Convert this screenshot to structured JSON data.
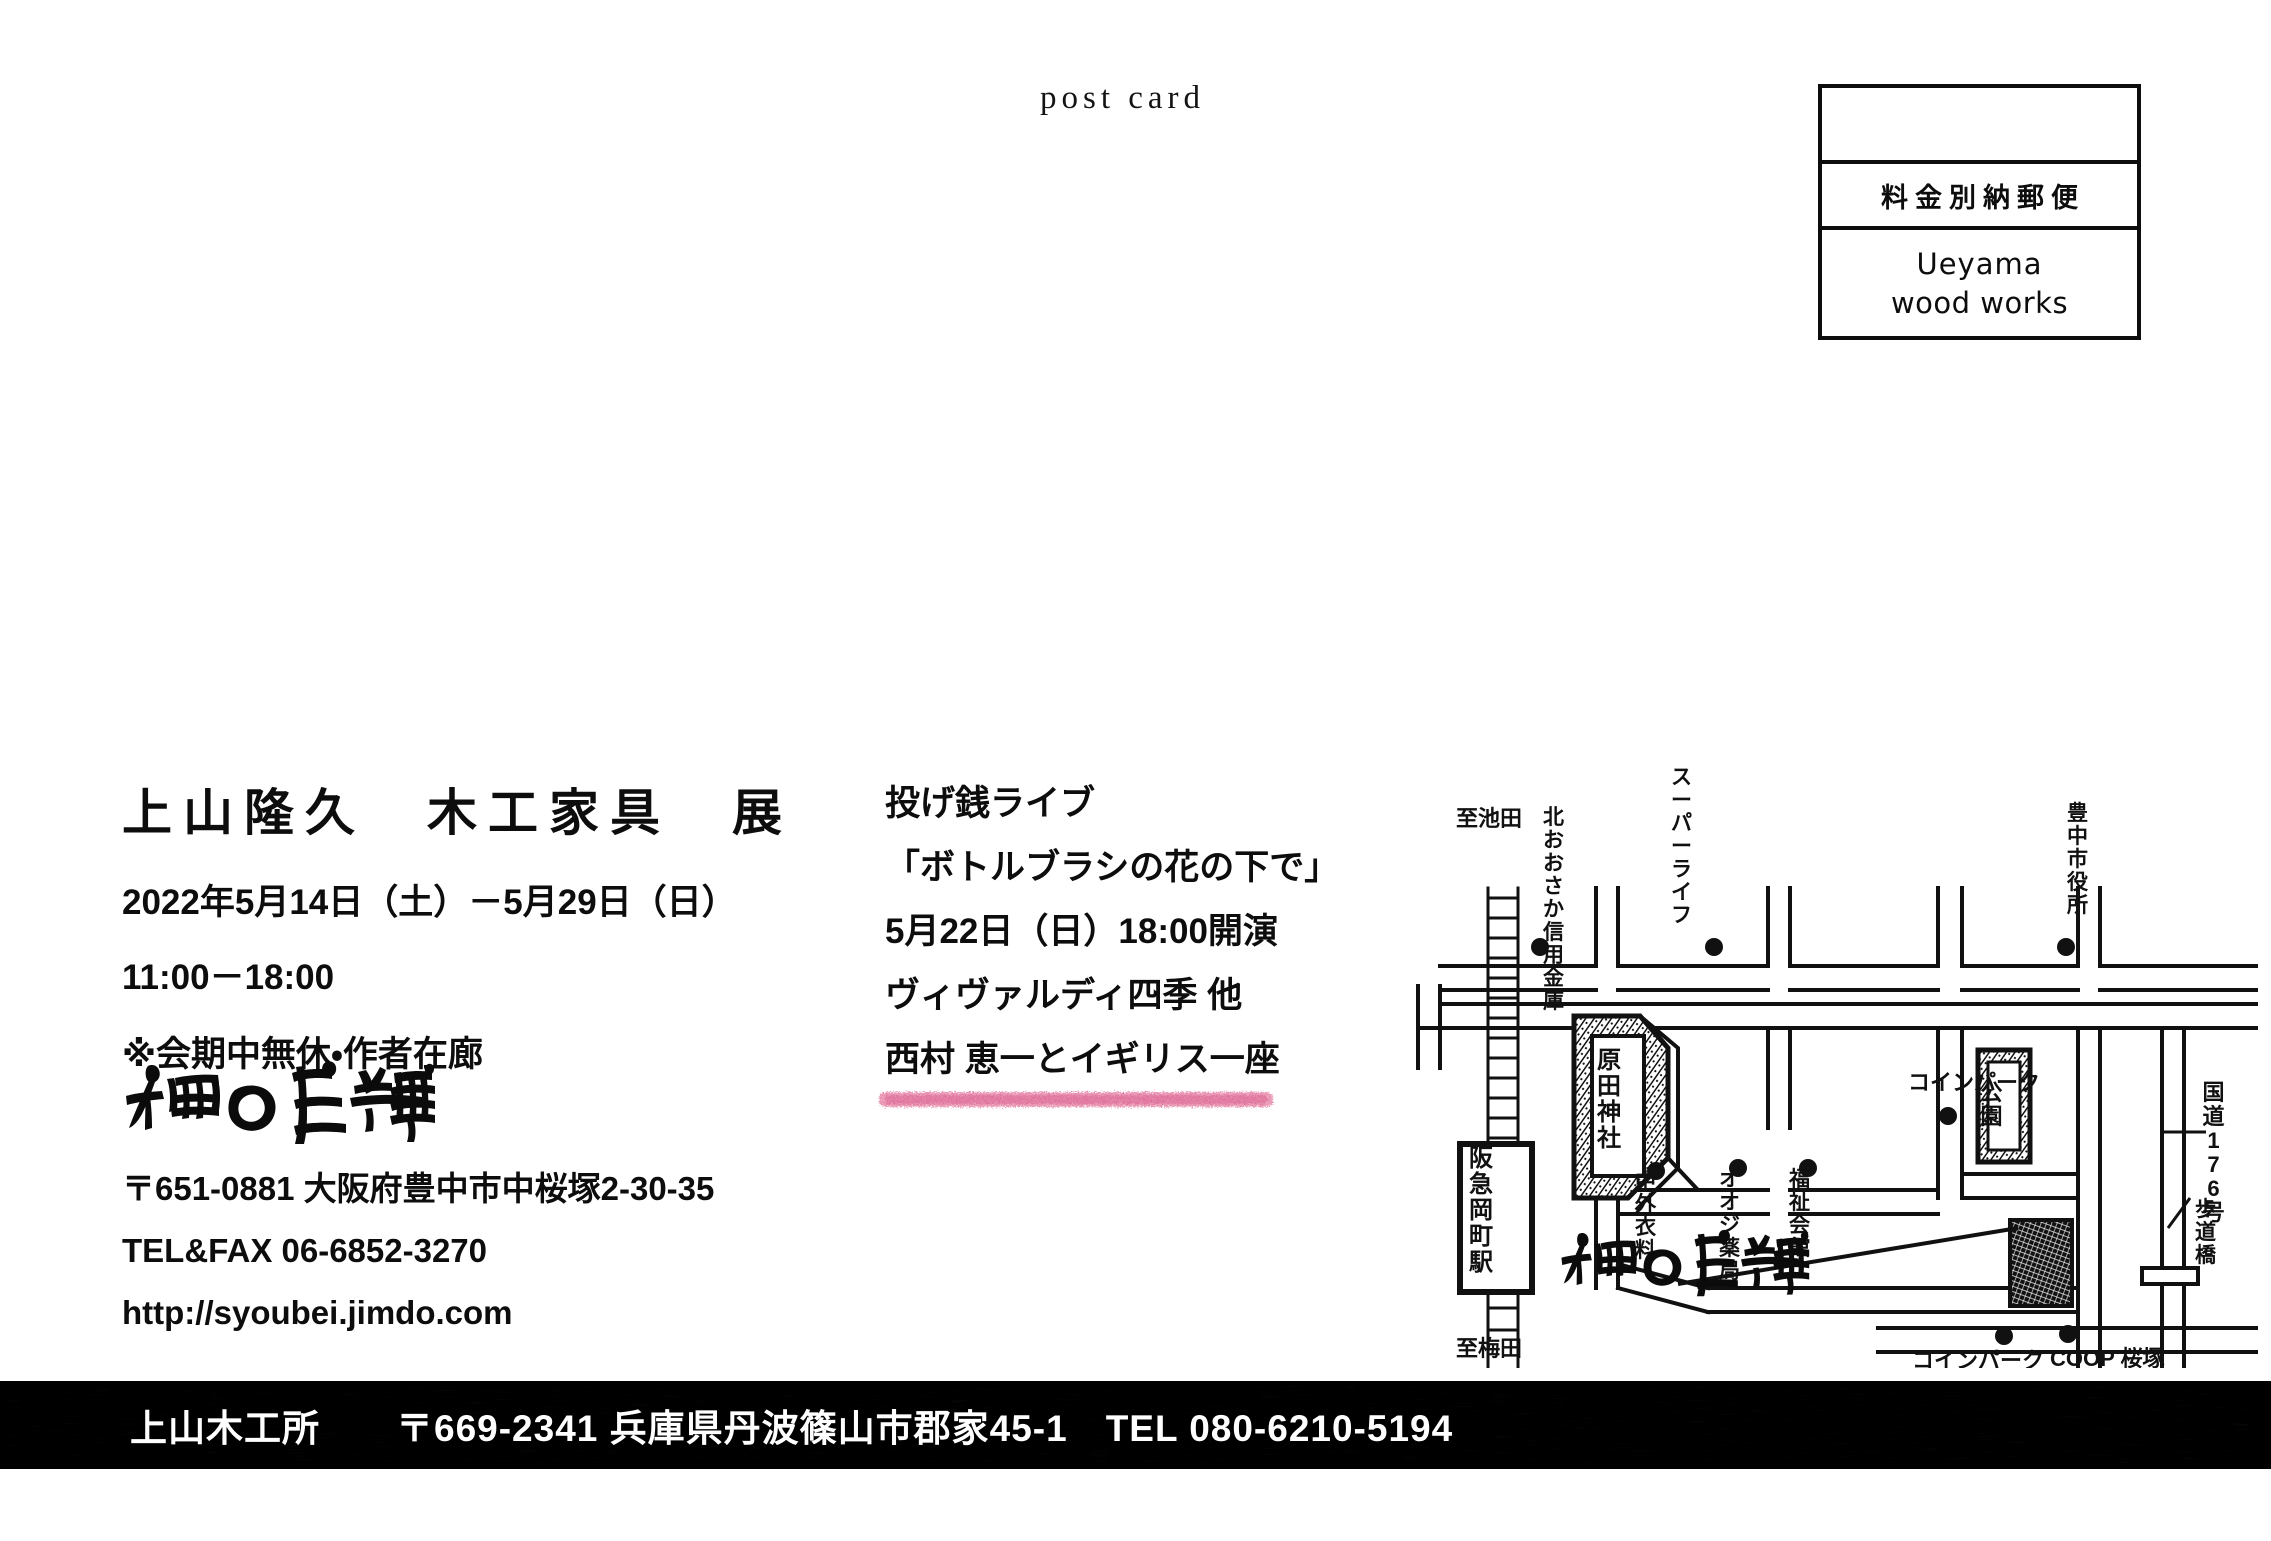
{
  "postcard": {
    "caption": "post card"
  },
  "postage": {
    "paid_label": "料金別納郵便",
    "brand_line_1": "Ueyama",
    "brand_line_2": "wood works"
  },
  "exhibition": {
    "title": "上山隆久　木工家具　展",
    "dates": "2022年5月14日（土）－5月29日（日）",
    "hours": "11:00－18:00",
    "note": "※会期中無休・作者在廊"
  },
  "contact": {
    "address": "〒651-0881 大阪府豊中市中桜塚2-30-35",
    "tel": "TEL&FAX 06-6852-3270",
    "url": "http://syoubei.jimdo.com"
  },
  "live": {
    "heading": "投げ銭ライブ",
    "title": "「ボトルブラシの花の下で」",
    "datetime": "5月22日（日）18:00開演",
    "program": "ヴィヴァルディ四季 他",
    "performer": "西村 恵一とイギリス一座",
    "highlight_color": "#e2719a"
  },
  "map": {
    "labels": {
      "to_ikeda": "至池田",
      "to_umeda": "至梅田",
      "shinkin": "北おおさか信用金庫",
      "super_life": "スーパーライフ",
      "toyonaka_cityhall": "豊中市役所",
      "harada_shrine": "原田神社",
      "okamachi_station": "阪急岡町駅",
      "chugai_iryo": "中外衣料",
      "ooji_pharmacy": "オオジ薬局",
      "fukushi_kaikan": "福祉会館",
      "park": "公園",
      "coin_park_upper": "コインパーク",
      "coin_park_lower": "コインパーク",
      "coop_sakurazuka": "COOP 桜塚",
      "route_176": "国道176号",
      "pedestrian_bridge": "歩道橋"
    }
  },
  "banner": {
    "text": "上山木工所　　〒669-2341 兵庫県丹波篠山市郡家45-1　TEL 080-6210-5194"
  }
}
